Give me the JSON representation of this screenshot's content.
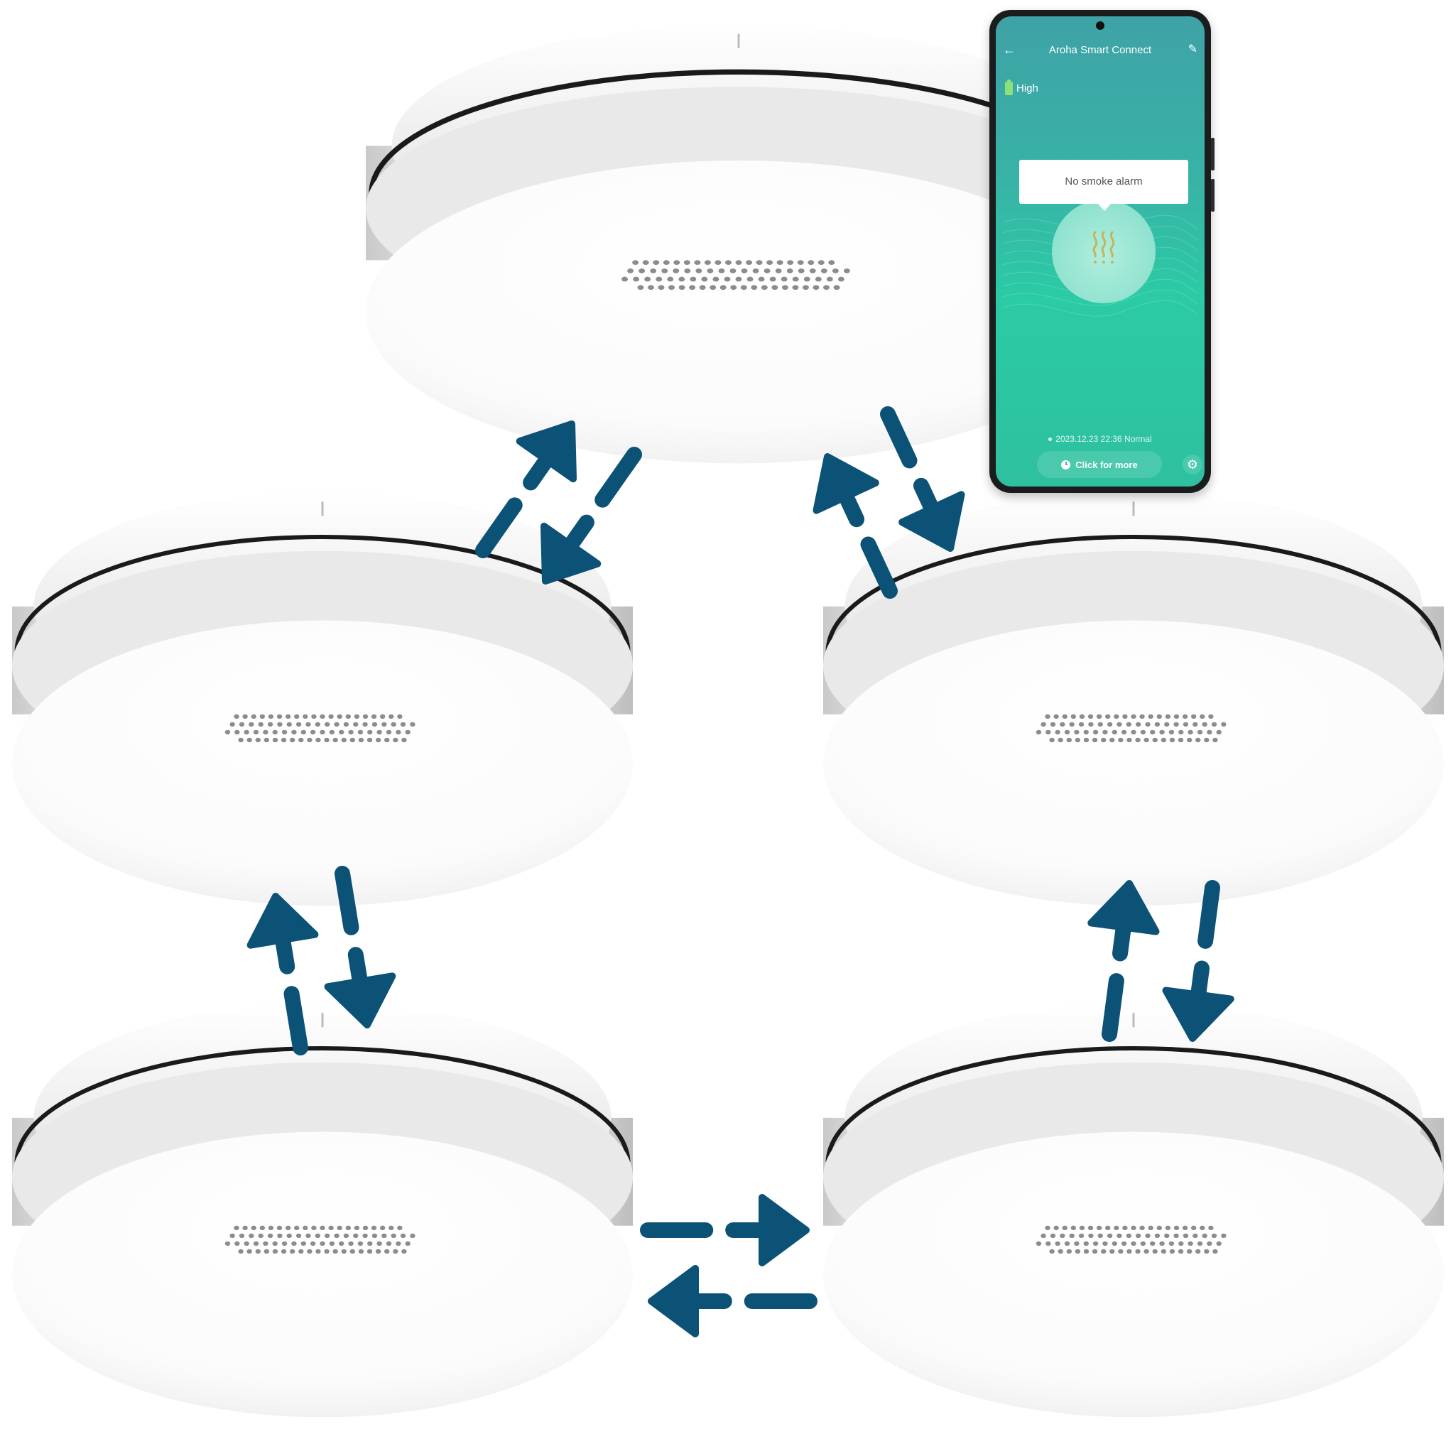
{
  "phone": {
    "app_title": "Aroha Smart Connect",
    "back_icon": "back-arrow-icon",
    "edit_icon": "pencil-icon",
    "battery_level_label": "High",
    "battery_icon": "battery-icon",
    "status_message": "No smoke alarm",
    "status_icon": "smoke-icon",
    "log_entry": "2023.12.23 22:36 Normal",
    "more_button_label": "Click for more",
    "more_button_icon": "clock-icon",
    "settings_icon": "gear-icon"
  },
  "detectors": [
    {
      "name": "detector-top"
    },
    {
      "name": "detector-middle-left"
    },
    {
      "name": "detector-middle-right"
    },
    {
      "name": "detector-bottom-left"
    },
    {
      "name": "detector-bottom-right"
    }
  ],
  "colors": {
    "arrow": "#0b5276",
    "screen_top": "#3fa2a6",
    "screen_bottom": "#2bcba5",
    "battery": "#8ee07a",
    "smoke_icon": "#c9b35a"
  }
}
